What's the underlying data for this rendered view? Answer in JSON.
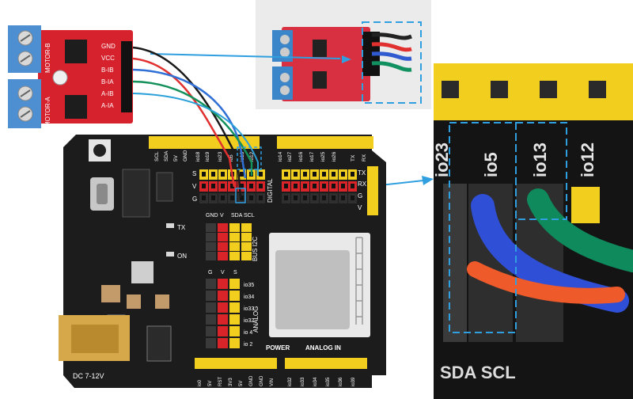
{
  "colors": {
    "module_red": "#d6222d",
    "board_black": "#1c1c1c",
    "header_yellow": "#f2cf1f",
    "header_red": "#d9252a",
    "wire_black": "#1a1a1a",
    "wire_red": "#e03030",
    "wire_blue": "#2f6fd6",
    "wire_green": "#14905a",
    "highlight": "#2f9fe0"
  },
  "driver_module": {
    "screw_labels": [
      "MOTOR-B",
      "MOTOR-A"
    ],
    "pin_labels": [
      "GND",
      "VCC",
      "B-IB",
      "B-IA",
      "A-IB",
      "A-IA"
    ]
  },
  "board": {
    "top_header": [
      "SCL",
      "SDA",
      "5V",
      "GND",
      "io18",
      "io19",
      "io23",
      "io5",
      "io13",
      "io12",
      "io14",
      "io27",
      "io16",
      "io17",
      "io25",
      "io26",
      "TX",
      "RX"
    ],
    "row_labels": [
      "S",
      "V",
      "G"
    ],
    "right_labels": [
      "TX",
      "RX",
      "G",
      "V"
    ],
    "digital_label": "DIGITAL",
    "i2c_header": [
      "GND",
      "V",
      "SDA",
      "SCL"
    ],
    "bus_label": "BUS I2C",
    "analog_header": [
      "G",
      "V",
      "S"
    ],
    "analog_pins": [
      "io35",
      "io34",
      "io33",
      "io32",
      "io 4",
      "io 2"
    ],
    "analog_label": "ANALOG",
    "power_label": "POWER",
    "analog_in_label": "ANALOG IN",
    "bottom_pins": [
      "io0",
      "5V",
      "RST",
      "3V3",
      "5V",
      "GND",
      "GND",
      "VIN",
      "io32",
      "io33",
      "io34",
      "io35",
      "io36",
      "io39"
    ],
    "tx_label": "TX",
    "on_label": "ON",
    "dc_label": "DC 7-12V"
  },
  "zoom": {
    "labels": [
      "io23",
      "io5",
      "io13",
      "io12"
    ],
    "bottom_label": "SDA SCL"
  }
}
